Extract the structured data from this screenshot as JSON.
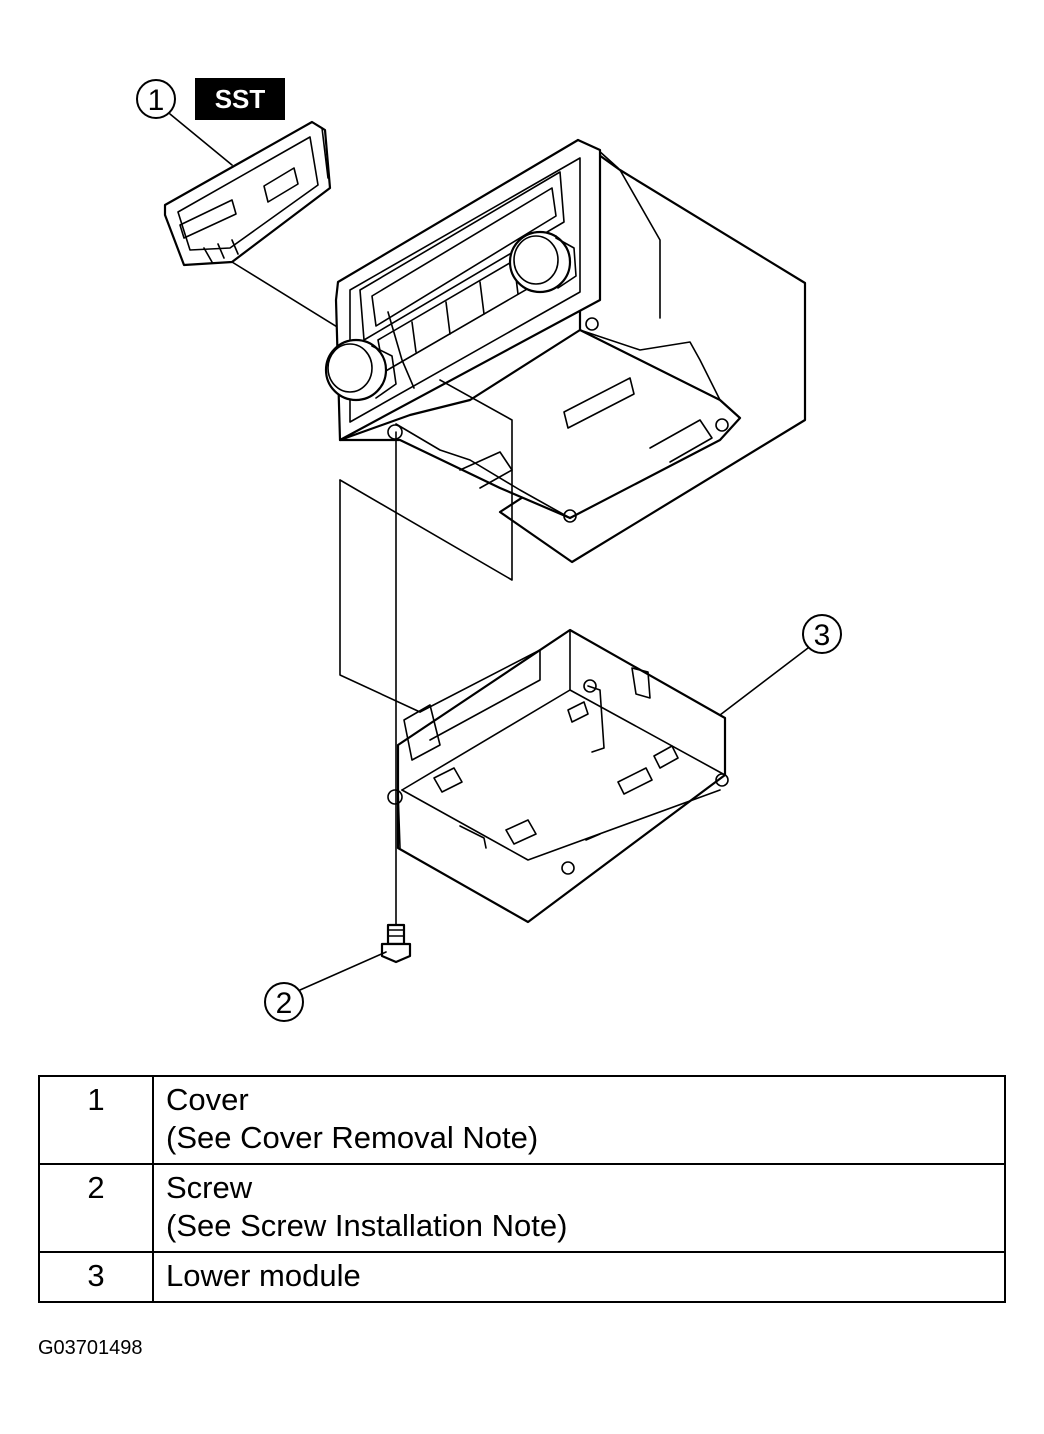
{
  "diagram": {
    "sst_label": "SST",
    "callouts": [
      "1",
      "2",
      "3"
    ]
  },
  "legend": [
    {
      "num": "1",
      "label": "Cover",
      "note": "(See  Cover Removal Note)"
    },
    {
      "num": "2",
      "label": "Screw",
      "note": "(See Screw Installation Note)"
    },
    {
      "num": "3",
      "label": "Lower module",
      "note": ""
    }
  ],
  "figure_id": "G03701498"
}
